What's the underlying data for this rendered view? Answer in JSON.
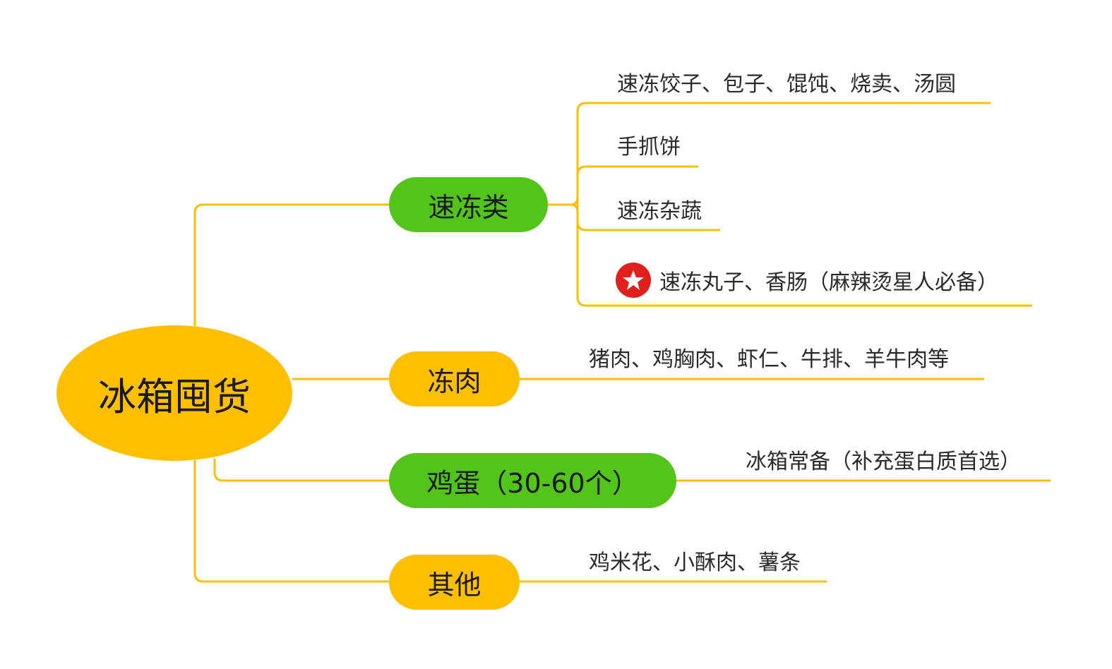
{
  "root": {
    "label": "冰箱囤货"
  },
  "colors": {
    "line": "#f5c000",
    "green": "#52c41a",
    "yellow": "#fdbf00",
    "star": "#e0201c"
  },
  "branches": [
    {
      "label": "速冻类",
      "leaves": [
        "速冻饺子、包子、馄饨、烧卖、汤圆",
        "手抓饼",
        "速冻杂蔬",
        "速冻丸子、香肠（麻辣烫星人必备）"
      ],
      "starred_leaf_icon": "star-icon"
    },
    {
      "label": "冻肉",
      "leaves": [
        "猪肉、鸡胸肉、虾仁、牛排、羊牛肉等"
      ]
    },
    {
      "label": "鸡蛋（30-60个）",
      "leaves": [
        "冰箱常备（补充蛋白质首选）"
      ]
    },
    {
      "label": "其他",
      "leaves": [
        "鸡米花、小酥肉、薯条"
      ]
    }
  ]
}
